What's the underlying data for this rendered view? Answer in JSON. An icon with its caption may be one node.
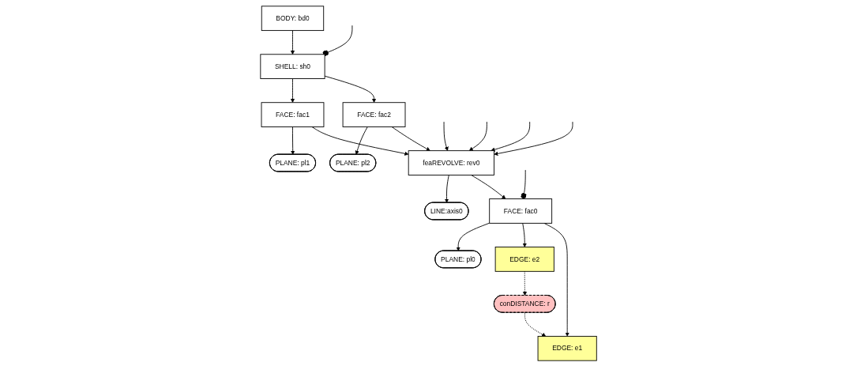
{
  "diagram": {
    "nodes": [
      {
        "text": [
          "LINE:axis0"
        ]
      },
      {
        "text": [
          "feaREVOLVE: rev0"
        ]
      },
      {
        "text": [
          "BODY: bd0"
        ]
      },
      {
        "text": [
          "PLANE: pl0"
        ]
      },
      {
        "text": [
          "SHELL: sh0"
        ]
      },
      {
        "text": [
          "FACE: fac0"
        ]
      },
      {
        "text": [
          "FACE: fac1"
        ]
      },
      {
        "text": [
          "PLANE: pl1"
        ]
      },
      {
        "text": [
          "EDGE: e1"
        ]
      },
      {
        "text": [
          "FACE: fac2"
        ]
      },
      {
        "text": [
          "PLANE: pl2"
        ]
      },
      {
        "text": [
          "EDGE: e2"
        ]
      },
      {
        "text": [
          "conDISTANCE: r"
        ]
      }
    ],
    "edges": [
      {
        "from": 1,
        "to": 0,
        "arrow": "to"
      },
      {
        "from": 1,
        "to": 5,
        "arrow": "to"
      },
      {
        "from": 2,
        "to": 4,
        "arrow": "to"
      },
      {
        "from": 5,
        "to": 3,
        "arrow": "to"
      },
      {
        "from": 4,
        "to": null,
        "arrow": "other"
      },
      {
        "from": 4,
        "to": 6,
        "arrow": "to"
      },
      {
        "from": 4,
        "to": 9,
        "arrow": "to"
      },
      {
        "from": 6,
        "to": 7,
        "arrow": "to"
      },
      {
        "from": 9,
        "to": 10,
        "arrow": "to"
      },
      {
        "from": 5,
        "to": null,
        "arrow": "other"
      },
      {
        "from": 5,
        "to": 11,
        "arrow": "to"
      },
      {
        "from": 5,
        "to": 8,
        "arrow": "to"
      },
      {
        "from": 6,
        "to": 1,
        "arrow": "to"
      },
      {
        "from": 9,
        "to": 1,
        "arrow": "to"
      },
      {
        "from": null,
        "to": 1,
        "arrow": "to"
      },
      {
        "from": null,
        "to": 1,
        "arrow": "to"
      },
      {
        "from": null,
        "to": 1,
        "arrow": "to"
      },
      {
        "from": null,
        "to": 1,
        "arrow": "to"
      },
      {
        "from": 11,
        "to": 12,
        "arrow": "to",
        "style": "dashed"
      },
      {
        "from": 12,
        "to": 8,
        "arrow": "to",
        "style": "dashed"
      }
    ]
  }
}
